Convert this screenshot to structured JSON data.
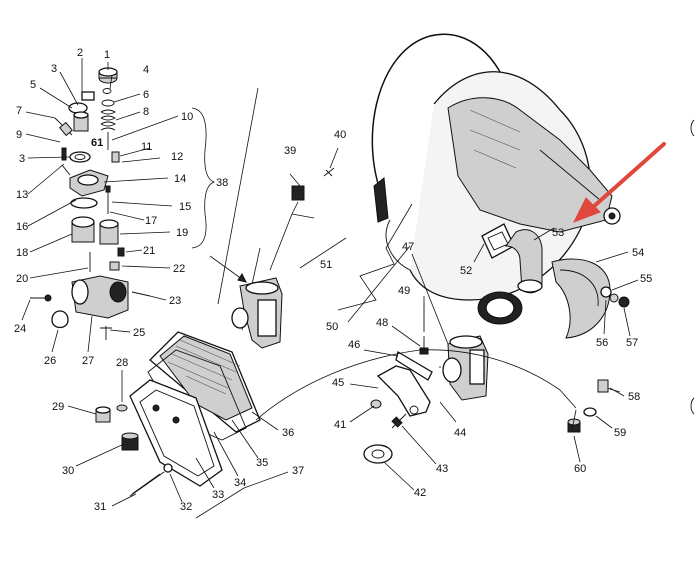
{
  "diagram": {
    "labels": {
      "p1": "1",
      "p2": "2",
      "p3a": "3",
      "p3b": "3",
      "p4": "4",
      "p5": "5",
      "p6": "6",
      "p7": "7",
      "p8": "8",
      "p9": "9",
      "p10": "10",
      "p11": "11",
      "p12": "12",
      "p13": "13",
      "p14": "14",
      "p15": "15",
      "p16": "16",
      "p17": "17",
      "p18": "18",
      "p19": "19",
      "p20": "20",
      "p21": "21",
      "p22": "22",
      "p23": "23",
      "p24": "24",
      "p25": "25",
      "p26": "26",
      "p27": "27",
      "p28": "28",
      "p29": "29",
      "p30": "30",
      "p31": "31",
      "p32": "32",
      "p33": "33",
      "p34": "34",
      "p35": "35",
      "p36": "36",
      "p37": "37",
      "p38": "38",
      "p39": "39",
      "p40": "40",
      "p41": "41",
      "p42": "42",
      "p43": "43",
      "p44": "44",
      "p45": "45",
      "p46": "46",
      "p47": "47",
      "p48": "48",
      "p49": "49",
      "p50": "50",
      "p51": "51",
      "p52": "52",
      "p53": "53",
      "p54": "54",
      "p55": "55",
      "p56": "56",
      "p57": "57",
      "p58": "58",
      "p59": "59",
      "p60": "60",
      "p61": "61"
    },
    "arrow_color": "#e0483e"
  }
}
